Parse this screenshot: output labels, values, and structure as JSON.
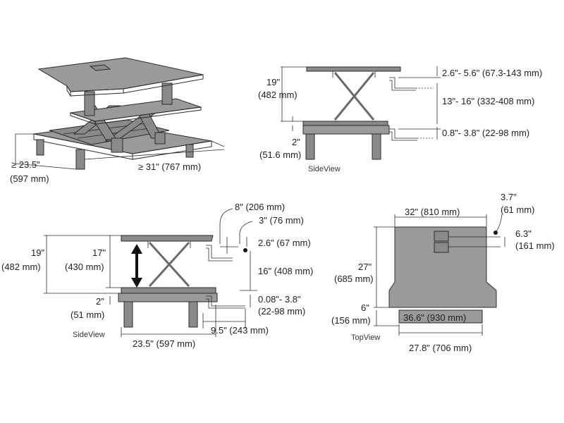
{
  "iso": {
    "depth_main": "≥ 23.5\"",
    "depth_mm": "(597 mm)",
    "width": "≥ 31\" (767 mm)"
  },
  "side_top": {
    "h_in": "19\"",
    "h_mm": "(482 mm)",
    "base_in": "2\"",
    "base_mm": "(51.6 mm)",
    "range1": "2.6\"- 5.6\" (67.3-143 mm)",
    "range2": "13\"- 16\" (332-408 mm)",
    "range3": "0.8\"- 3.8\" (22-98 mm)",
    "view": "SideView"
  },
  "side_bottom": {
    "h_in": "19\"",
    "h_mm": "(482 mm)",
    "lift_in": "17\"",
    "lift_mm": "(430 mm)",
    "base_in": "2\"",
    "base_mm": "(51 mm)",
    "k8": "8\" (206 mm)",
    "k3": "3\" (76 mm)",
    "k26": "2.6\" (67 mm)",
    "k16": "16\" (408 mm)",
    "k008": "0.08\"- 3.8\"",
    "k008mm": "(22-98 mm)",
    "k95": "9.5\" (243 mm)",
    "width": "23.5\" (597 mm)",
    "view": "SideView"
  },
  "top_view": {
    "width": "32\" (810 mm)",
    "c37": "3.7\"",
    "c37mm": "(61 mm)",
    "c63": "6.3\"",
    "c63mm": "(161 mm)",
    "d27": "27\"",
    "d27mm": "(685 mm)",
    "d6": "6\"",
    "d6mm": "(156 mm)",
    "tray": "36.6\" (930 mm)",
    "base": "27.8\" (706 mm)",
    "view": "TopView"
  }
}
